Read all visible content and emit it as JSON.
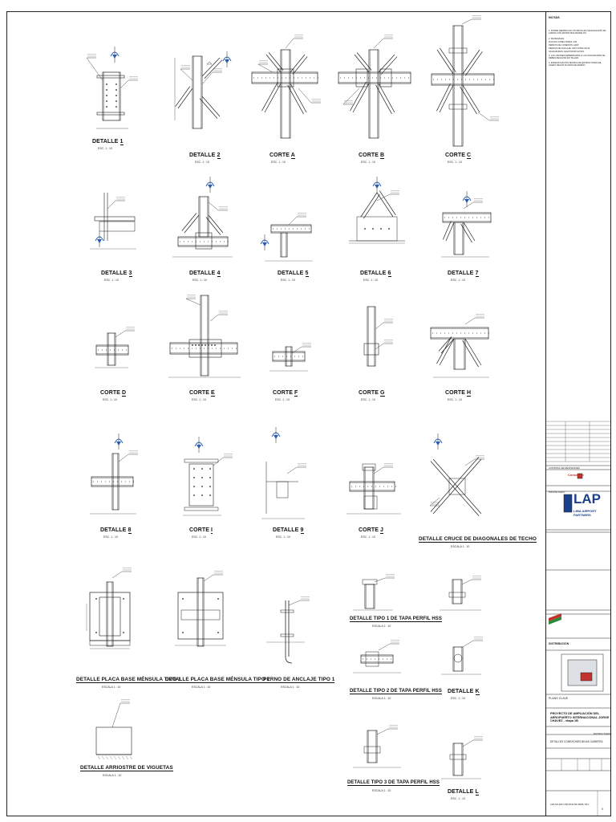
{
  "sheet": {
    "details": [
      {
        "label": "DETALLE",
        "id": "1",
        "scale": "ESC. 1 : 10"
      },
      {
        "label": "DETALLE",
        "id": "2",
        "scale": "ESC. 1 : 10"
      },
      {
        "label": "CORTE",
        "id": "A",
        "scale": "ESC. 1 : 10"
      },
      {
        "label": "CORTE",
        "id": "B",
        "scale": "ESC. 1 : 10"
      },
      {
        "label": "CORTE",
        "id": "C",
        "scale": "ESC. 1 : 10"
      },
      {
        "label": "DETALLE",
        "id": "3",
        "scale": "ESC. 1 : 10"
      },
      {
        "label": "DETALLE",
        "id": "4",
        "scale": "ESC. 1 : 10"
      },
      {
        "label": "DETALLE",
        "id": "5",
        "scale": "ESC. 1 : 10"
      },
      {
        "label": "DETALLE",
        "id": "6",
        "scale": "ESC. 1 : 10"
      },
      {
        "label": "DETALLE",
        "id": "7",
        "scale": "ESC. 1 : 10"
      },
      {
        "label": "CORTE",
        "id": "D",
        "scale": "ESC. 1 : 10"
      },
      {
        "label": "CORTE",
        "id": "E",
        "scale": "ESC. 1 : 10"
      },
      {
        "label": "CORTE",
        "id": "F",
        "scale": "ESC. 1 : 10"
      },
      {
        "label": "CORTE",
        "id": "G",
        "scale": "ESC. 1 : 10"
      },
      {
        "label": "CORTE",
        "id": "H",
        "scale": "ESC. 1 : 10"
      },
      {
        "label": "DETALLE",
        "id": "8",
        "scale": "ESC. 1 : 10"
      },
      {
        "label": "CORTE",
        "id": "I",
        "scale": "ESC. 1 : 10"
      },
      {
        "label": "DETALLE",
        "id": "9",
        "scale": "ESC. 1 : 10"
      },
      {
        "label": "CORTE",
        "id": "J",
        "scale": "ESC. 1 : 10"
      }
    ],
    "named_details": [
      {
        "title": "DETALLE CRUCE DE DIAGONALES DE TECHO",
        "scale": "ESCALA 1 : 10"
      },
      {
        "title": "DETALLE PLACA BASE MÉNSULA TIPO 1",
        "scale": "ESCALA 1 : 10"
      },
      {
        "title": "DETALLE PLACA BASE MÉNSULA TIPO 2",
        "scale": "ESCALA 1 : 10"
      },
      {
        "title": "PERNO DE ANCLAJE TIPO 1",
        "scale": "ESCALA 1 : 10"
      },
      {
        "title": "DETALLE TIPO 1 DE TAPA PERFIL HSS",
        "scale": "ESCALA 1 : 10"
      },
      {
        "title": "DETALLE TIPO 2 DE TAPA PERFIL HSS",
        "scale": "ESCALA 1 : 10"
      },
      {
        "title": "DETALLE TIPO 3 DE TAPA PERFIL HSS",
        "scale": "ESCALA 1 : 10"
      },
      {
        "title": "DETALLE ARRIOSTRE DE VIGUETAS",
        "scale": "ESCALA 1 : 10"
      }
    ],
    "small_details": [
      {
        "label": "DETALLE",
        "id": "K",
        "scale": "ESC. 1 : 10"
      },
      {
        "label": "DETALLE",
        "id": "L",
        "scale": "ESC. 1 : 10"
      }
    ]
  },
  "title_block": {
    "notes_heading": "NOTAS",
    "notes": [
      "1. DONDE DEMARCAN LOS DETALLES SE ELEVACIÓN DE LAMINA CON MATRIZ MAS DESDE TIS.",
      "2. MATERIALES:",
      "PLACAS CONECTORAS: A36",
      "PERNOS DE CONEXIÓN: A325",
      "PERNOS DE ANCLAJE: A307 F1554 GR.36",
      "SOLDADURAS: ELECTRODO E70XX",
      "3. LAS UNIONES EMPERNADAS O LAS SOLDADURAS SE DEBEN REALIZAR EN TALLER.",
      "4. ESPECIFICACIÓN TÉCNICA DE ESTRUCTURAS DE ACERO SEGÚN PLANOS DE DISEÑO."
    ],
    "revisions_label": "CONTROL DE REVISIONES",
    "consultant": "Consorcio",
    "logo": "LAP",
    "logo_sub": "LIMA AIRPORT PARTNERS",
    "owner_label": "PROPIETARIO",
    "key_plan_label": "PLANO CLAVE",
    "distribution_label": "DISTRIBUCIÓN",
    "project": "PROYECTO DE AMPLIACIÓN DEL AEROPUERTO INTERNACIONAL JORGE CHÁVEZ - etapa 1B",
    "sheet_title": "DETALLES CONEXIONES BIGAS CUBIERTA",
    "discipline": "ESTRUCTURAS",
    "sheet_code": "LIM-SC-EST-PR-PAN-5D-0005-7D1",
    "revision": "0"
  }
}
